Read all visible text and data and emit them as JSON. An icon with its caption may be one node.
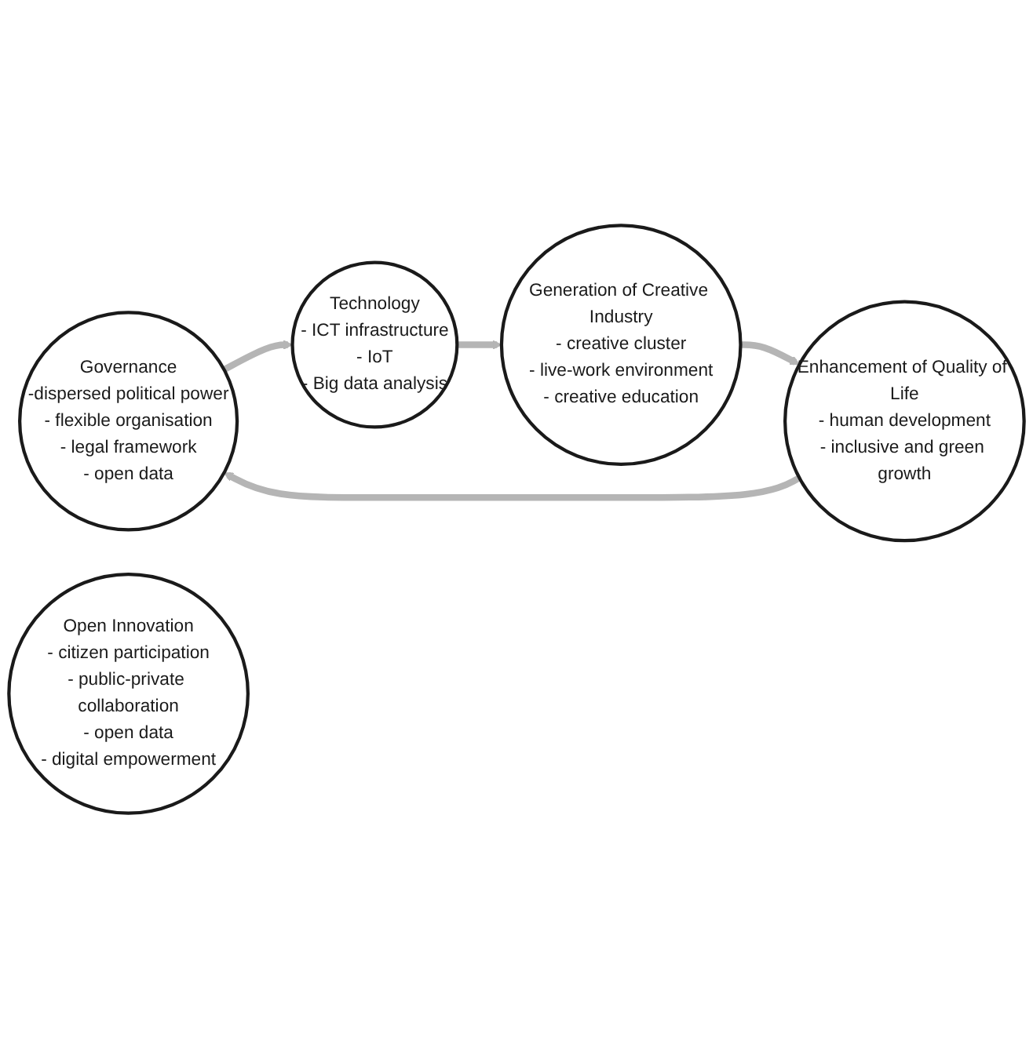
{
  "diagram": {
    "nodes": [
      {
        "text": [
          "Governance",
          "-dispersed political power",
          "- flexible organisation",
          "- legal framework",
          "- open data"
        ]
      },
      {
        "text": [
          "Enhancement of Quality of Life",
          "- human development",
          "- inclusive and green growth"
        ]
      },
      {
        "text": [
          "Open Innovation",
          "- citizen participation",
          "- public-private collaboration",
          "- open data",
          "- digital empowerment"
        ]
      },
      {
        "text": [
          "Technology",
          "- ICT infrastructure",
          "- IoT",
          "- Big data analysis"
        ]
      },
      {
        "text": [
          "Generation of Creative Industry",
          "- creative cluster",
          "- live-work environment",
          "- creative education"
        ]
      }
    ],
    "edges": [
      {
        "from": 0,
        "to": 3,
        "arrow": "to"
      },
      {
        "from": 3,
        "to": 4,
        "arrow": "to"
      },
      {
        "from": 4,
        "to": 1,
        "arrow": "to"
      },
      {
        "from": 1,
        "to": 0,
        "arrow": "to"
      }
    ]
  }
}
